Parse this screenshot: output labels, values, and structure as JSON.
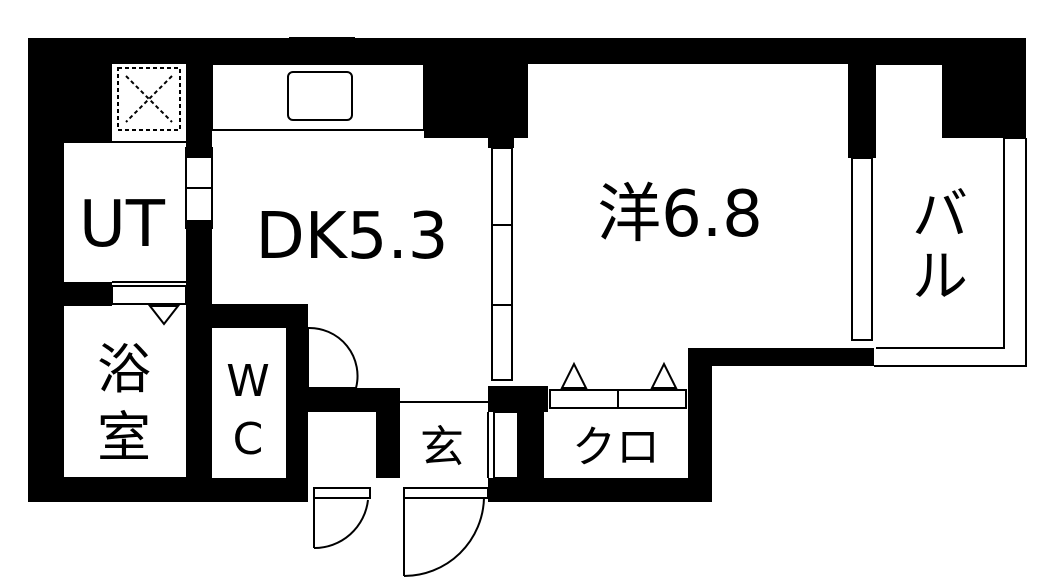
{
  "rooms": {
    "ut": "UT",
    "dk": "DK5.3",
    "western": "洋6.8",
    "balcony_1": "バ",
    "balcony_2": "ル",
    "bath_1": "浴",
    "bath_2": "室",
    "wc_1": "W",
    "wc_2": "C",
    "entrance": "玄",
    "closet": "クロ"
  }
}
